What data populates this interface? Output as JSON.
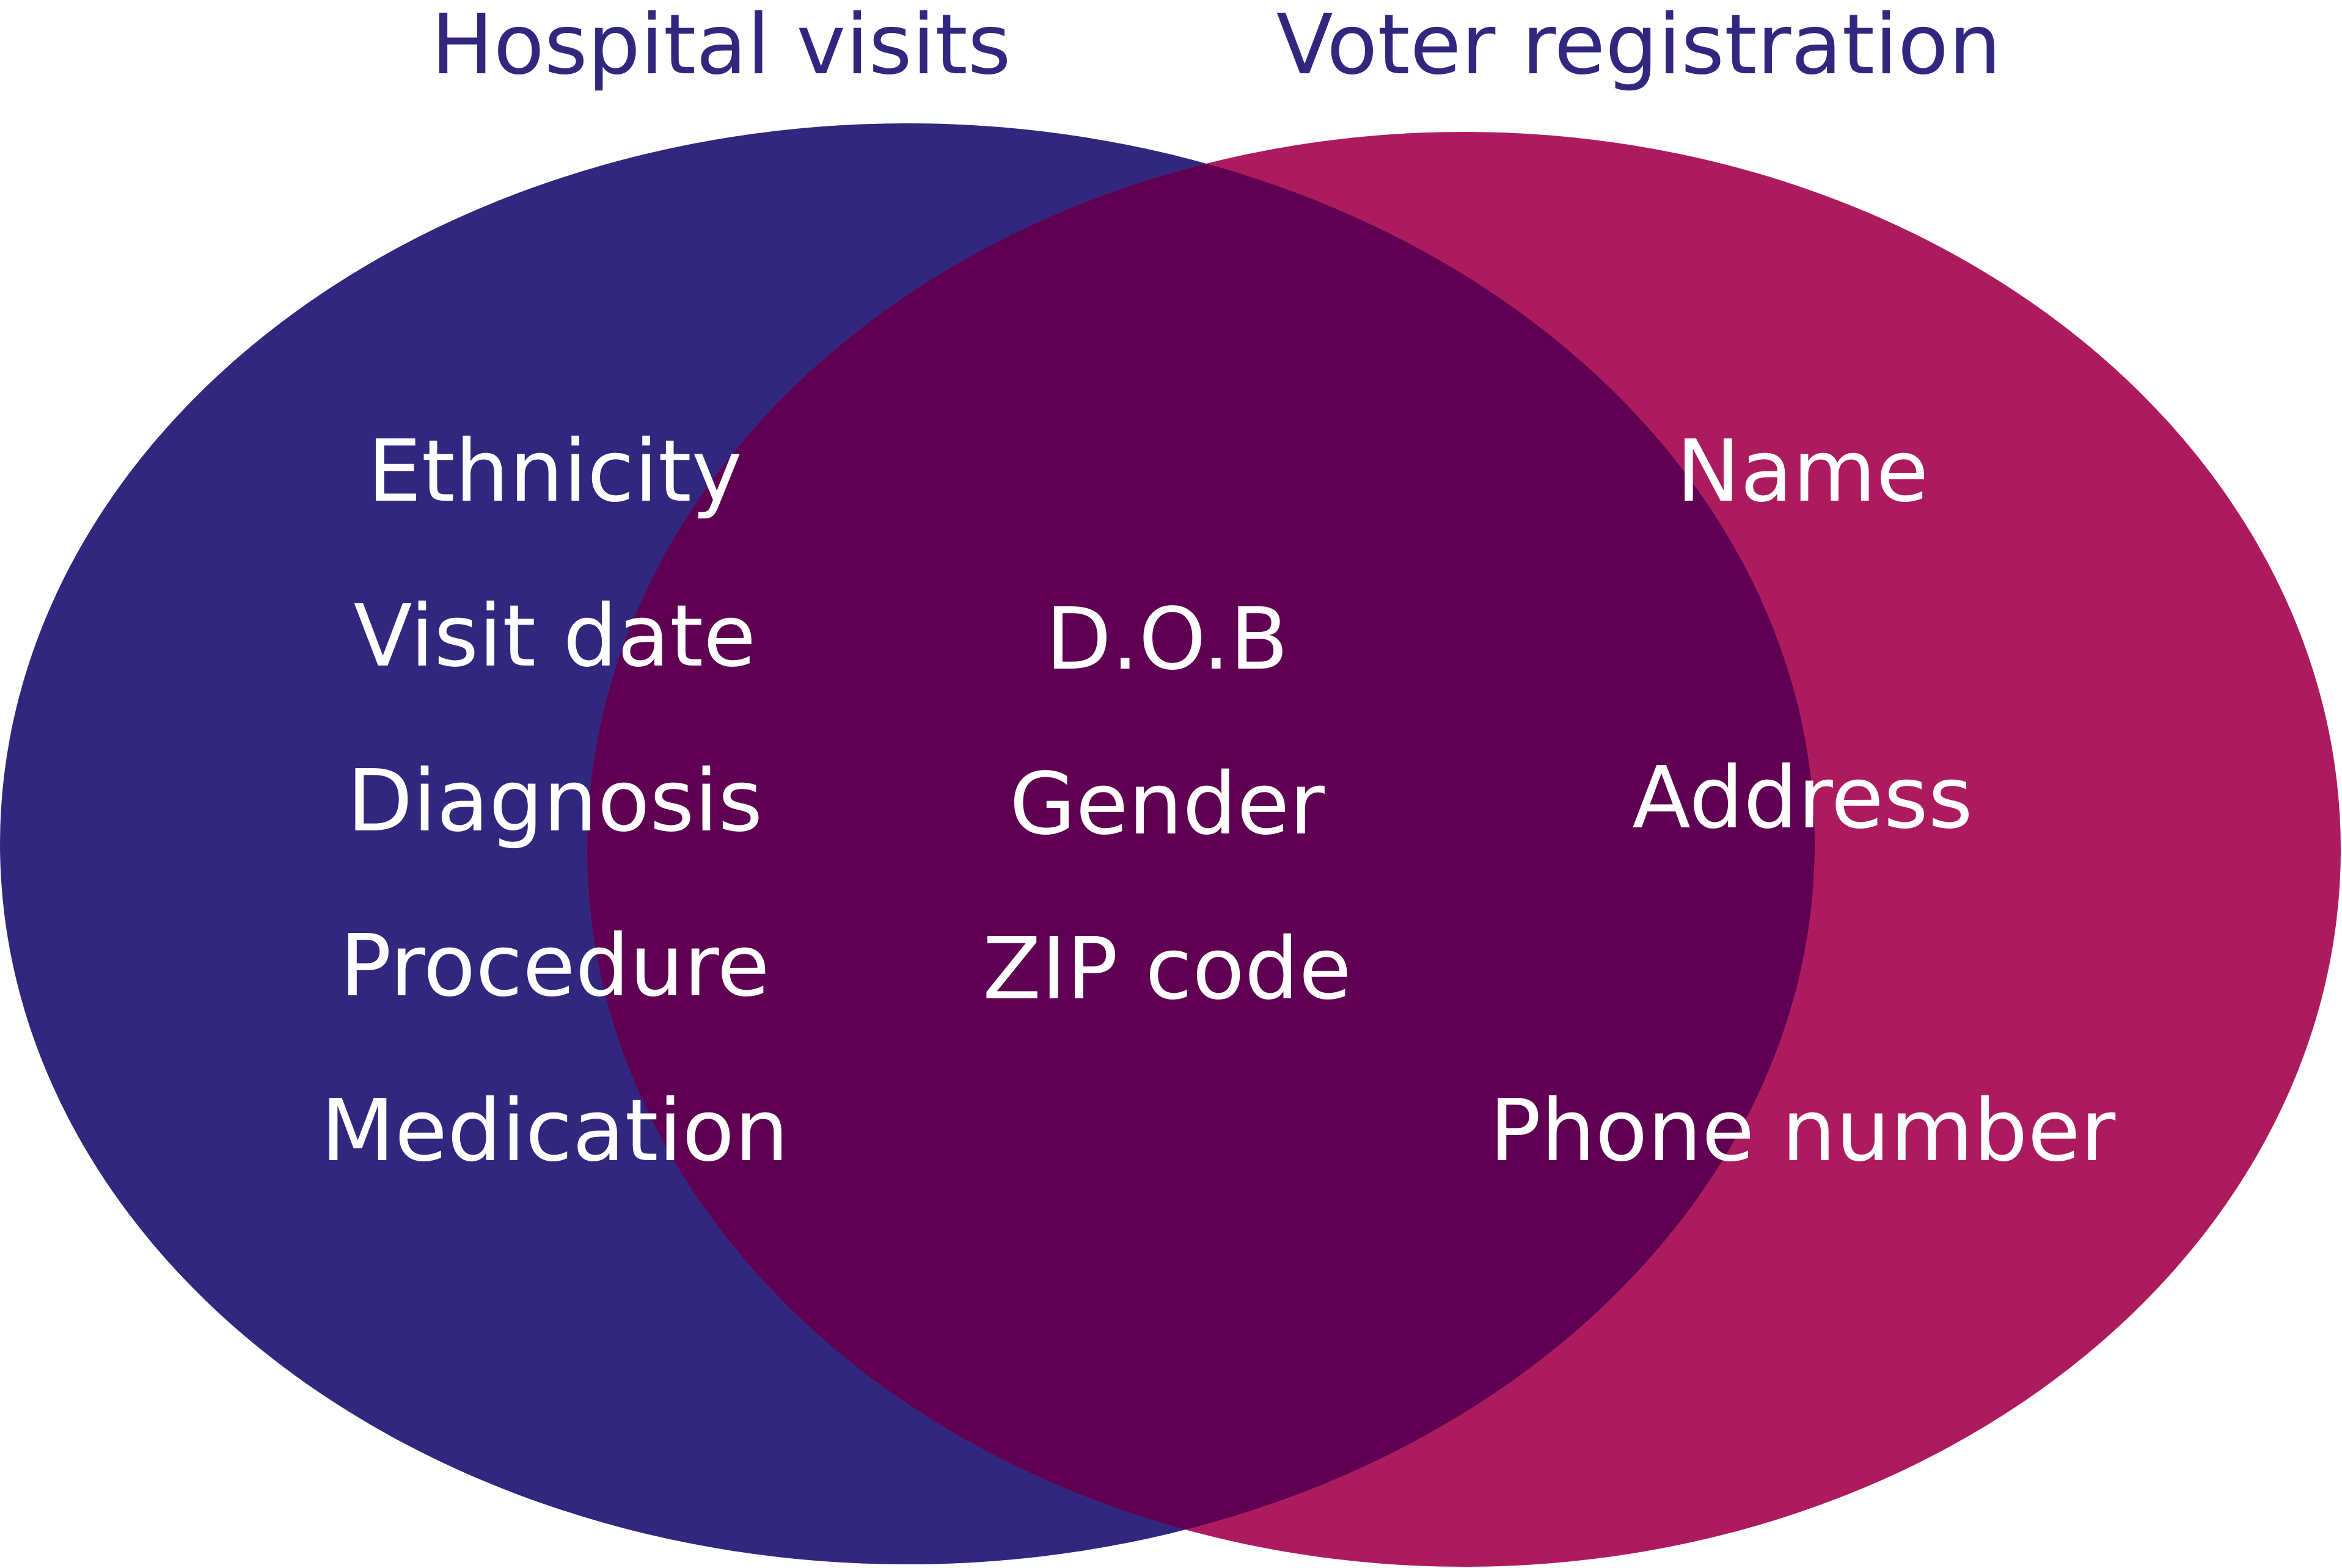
{
  "venn": {
    "left": {
      "title": "Hospital visits",
      "items": [
        "Ethnicity",
        "Visit date",
        "Diagnosis",
        "Procedure",
        "Medication"
      ]
    },
    "right": {
      "title": "Voter registration",
      "items": [
        "Name",
        "Address",
        "Phone number"
      ]
    },
    "overlap": {
      "items": [
        "D.O.B",
        "Gender",
        "ZIP code"
      ]
    }
  },
  "colors": {
    "left_fill": "#31277f",
    "right_fill": "#ad1b5f",
    "overlap_fill": "#5f0052",
    "title_text": "#31277f",
    "item_text": "#ffffff"
  }
}
